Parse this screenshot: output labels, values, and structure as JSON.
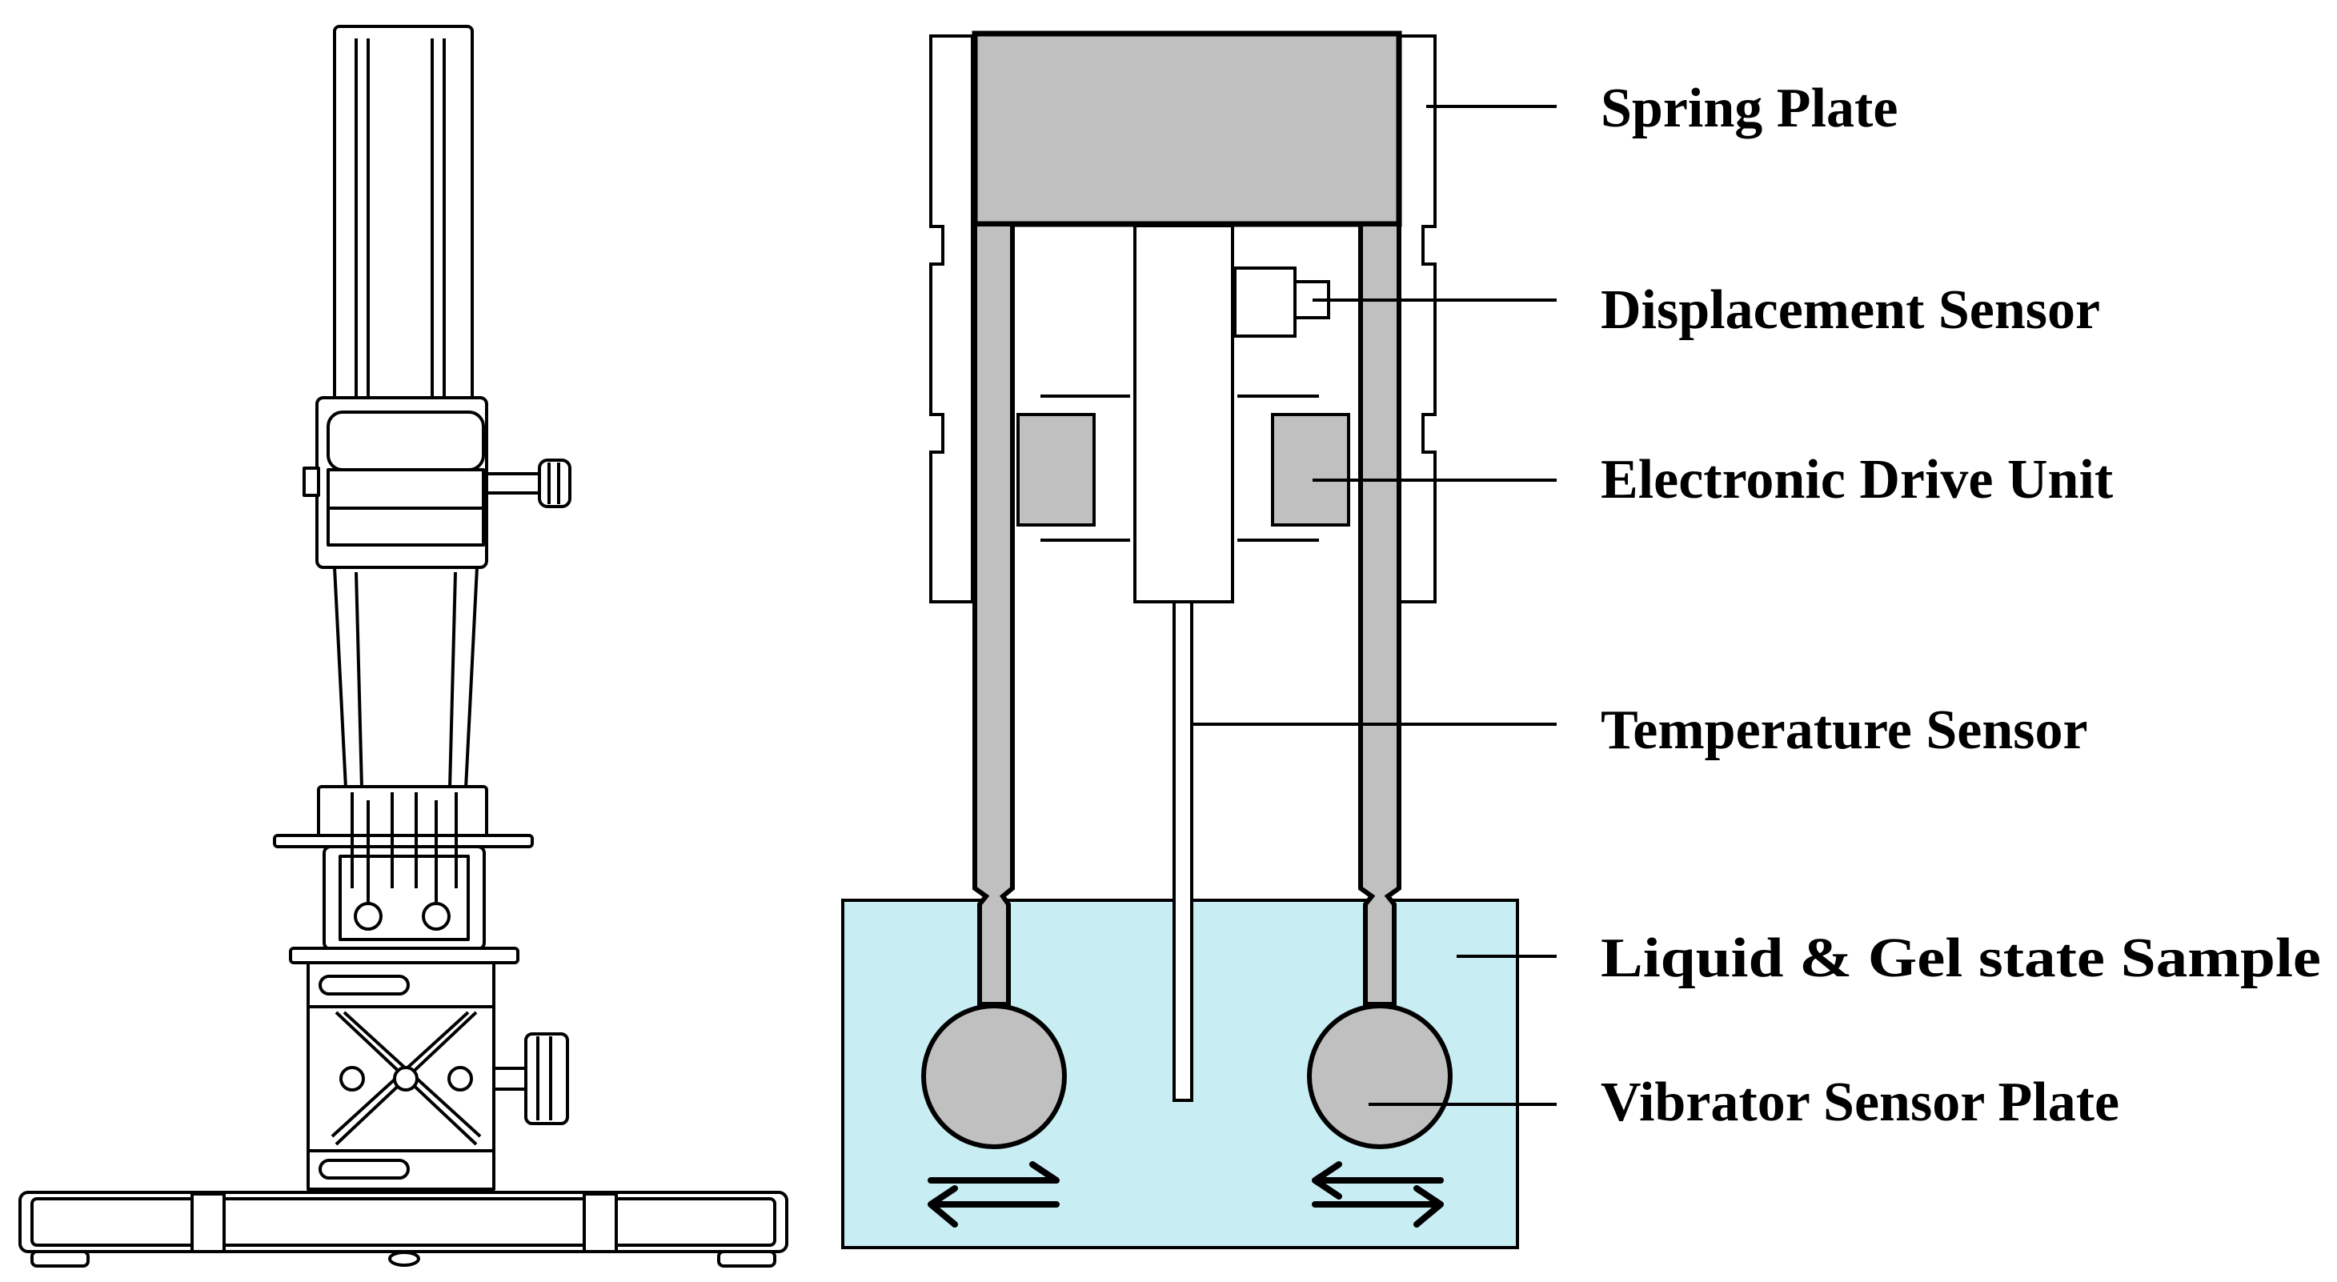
{
  "colors": {
    "line": "#000000",
    "metal_gray": "#c0c0c0",
    "sample_liquid": "#c8eef4",
    "background": "#ffffff"
  },
  "figure": {
    "left_panel": "viscometer-instrument-drawing",
    "right_panel": "sensor-schematic-cross-section"
  },
  "labels": {
    "spring_plate": "Spring Plate",
    "displacement_sensor": "Displacement Sensor",
    "electronic_drive_unit": "Electronic Drive Unit",
    "temperature_sensor": "Temperature Sensor",
    "liquid_gel_sample": "Liquid & Gel state Sample",
    "vibrator_sensor_plate": "Vibrator Sensor Plate"
  }
}
